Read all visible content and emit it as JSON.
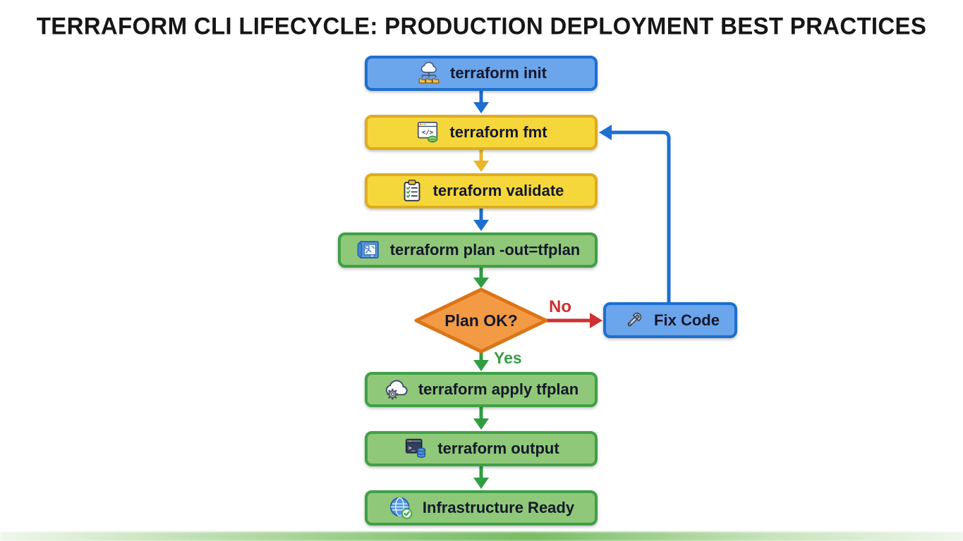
{
  "title": "TERRAFORM CLI LIFECYCLE: PRODUCTION DEPLOYMENT BEST PRACTICES",
  "flowchart": {
    "nodes": [
      {
        "id": "init",
        "label": "terraform init",
        "icon": "cloud-network-icon",
        "shape": "process",
        "color": "blue"
      },
      {
        "id": "fmt",
        "label": "terraform fmt",
        "icon": "code-window-icon",
        "shape": "process",
        "color": "yellow"
      },
      {
        "id": "validate",
        "label": "terraform validate",
        "icon": "checklist-icon",
        "shape": "process",
        "color": "yellow"
      },
      {
        "id": "plan",
        "label": "terraform plan -out=tfplan",
        "icon": "blueprint-icon",
        "shape": "process",
        "color": "green"
      },
      {
        "id": "decision",
        "label": "Plan OK?",
        "icon": "",
        "shape": "decision",
        "color": "orange"
      },
      {
        "id": "fix",
        "label": "Fix Code",
        "icon": "wrench-icon",
        "shape": "process",
        "color": "blue"
      },
      {
        "id": "apply",
        "label": "terraform apply tfplan",
        "icon": "cloud-gear-icon",
        "shape": "process",
        "color": "green"
      },
      {
        "id": "output",
        "label": "terraform output",
        "icon": "terminal-database-icon",
        "shape": "process",
        "color": "green"
      },
      {
        "id": "ready",
        "label": "Infrastructure Ready",
        "icon": "globe-check-icon",
        "shape": "terminal",
        "color": "green"
      }
    ],
    "edges": [
      {
        "from": "init",
        "to": "fmt",
        "label": "",
        "color": "blue"
      },
      {
        "from": "fmt",
        "to": "validate",
        "label": "",
        "color": "yellow"
      },
      {
        "from": "validate",
        "to": "plan",
        "label": "",
        "color": "blue"
      },
      {
        "from": "plan",
        "to": "decision",
        "label": "",
        "color": "green"
      },
      {
        "from": "decision",
        "to": "fix",
        "label": "No",
        "color": "red"
      },
      {
        "from": "decision",
        "to": "apply",
        "label": "Yes",
        "color": "green"
      },
      {
        "from": "fix",
        "to": "fmt",
        "label": "",
        "color": "blue"
      },
      {
        "from": "apply",
        "to": "output",
        "label": "",
        "color": "green"
      },
      {
        "from": "output",
        "to": "ready",
        "label": "",
        "color": "green"
      }
    ],
    "icon_glyphs": {
      "code": "</>",
      "prompt": ">_"
    },
    "colors": {
      "blue_fill": "#6BA5EC",
      "blue_border": "#1D6FD0",
      "yellow_fill": "#F6D73B",
      "yellow_border": "#DFAC1E",
      "green_fill": "#8FC878",
      "green_border": "#3FA047",
      "orange_fill": "#F39A44",
      "orange_border": "#DC7517",
      "arrow_blue": "#1D6FD0",
      "arrow_yellow": "#E8B62B",
      "arrow_green": "#2F9E41",
      "arrow_red": "#CF3030",
      "text": "#14182B"
    }
  }
}
